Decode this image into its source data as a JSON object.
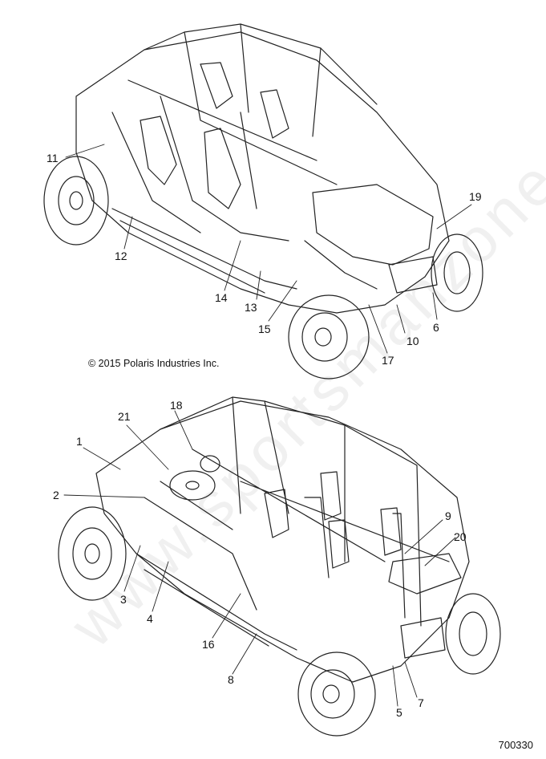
{
  "copyright": "© 2015 Polaris Industries Inc.",
  "figure_number": "700330",
  "watermark": "www.sportsmanzone.de",
  "callouts_top": [
    "11",
    "12",
    "14",
    "13",
    "15",
    "17",
    "10",
    "6",
    "19"
  ],
  "callouts_bottom": [
    "21",
    "18",
    "1",
    "2",
    "3",
    "4",
    "16",
    "8",
    "5",
    "7",
    "9",
    "20"
  ]
}
